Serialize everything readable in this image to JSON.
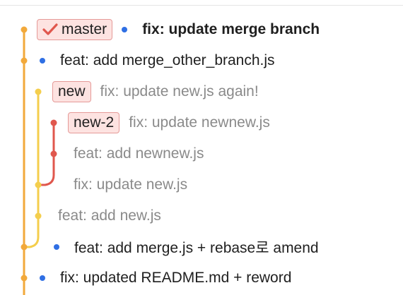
{
  "colors": {
    "branch_orange": "#f2a93b",
    "branch_yellow": "#f4ce4d",
    "branch_red": "#e0574d",
    "head_dot": "#2f6fe4",
    "badge_bg": "#fde3e1",
    "badge_border": "#e59a98",
    "check": "#e0574d"
  },
  "commits": [
    {
      "branch_label": "master",
      "branch_icon": "check-icon",
      "message": "fix: update merge branch",
      "style": "head"
    },
    {
      "message": "feat: add merge_other_branch.js",
      "style": "normal"
    },
    {
      "branch_label": "new",
      "message": "fix: update new.js again!",
      "style": "dim"
    },
    {
      "branch_label": "new-2",
      "message": "fix: update newnew.js",
      "style": "dim"
    },
    {
      "message": "feat: add newnew.js",
      "style": "dim"
    },
    {
      "message": "fix: update new.js",
      "style": "dim"
    },
    {
      "message": "feat: add new.js",
      "style": "dim"
    },
    {
      "message": "feat: add merge.js + rebase로 amend",
      "style": "normal"
    },
    {
      "message": "fix: updated README.md + reword",
      "style": "normal"
    }
  ]
}
